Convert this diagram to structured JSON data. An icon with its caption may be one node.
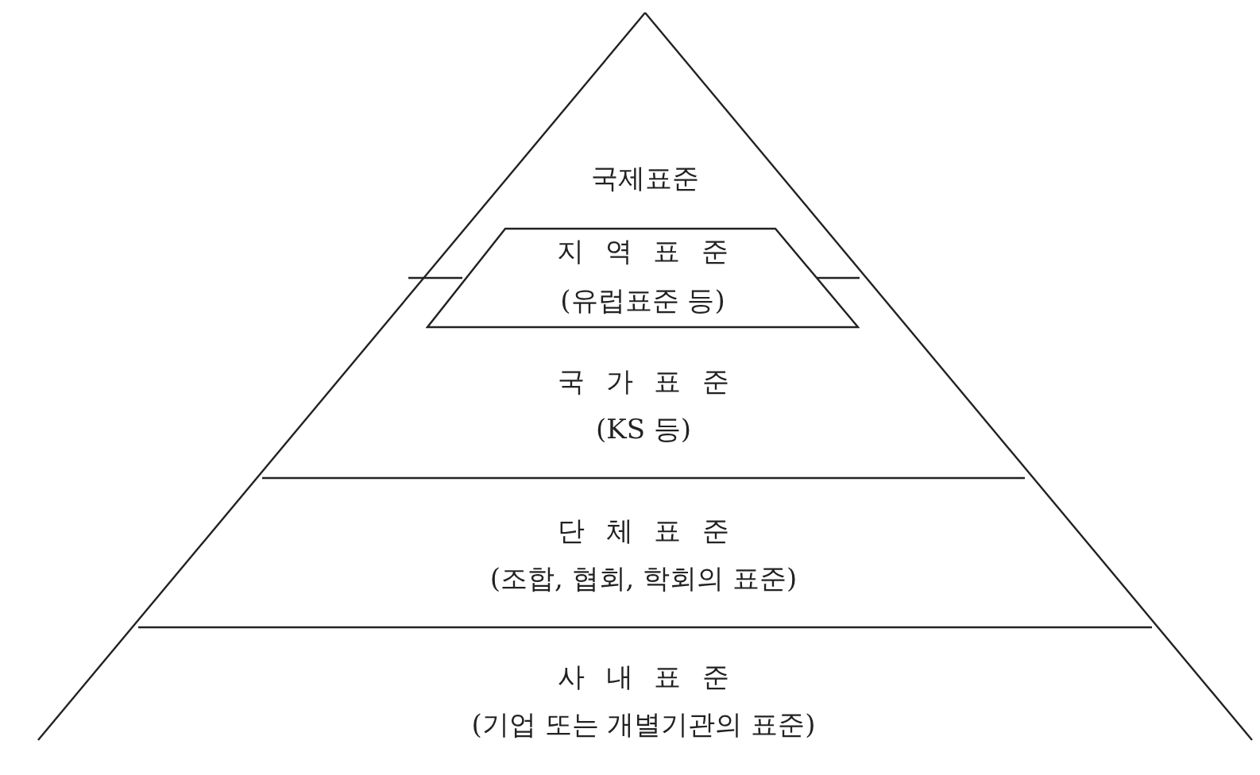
{
  "diagram": {
    "nodes": [
      {
        "text": [
          "국제표준"
        ]
      },
      {
        "text": [
          "지 역 표 준",
          "(유럽표준 등)"
        ]
      },
      {
        "text": [
          "국 가 표 준",
          "(KS 등)"
        ]
      },
      {
        "text": [
          "단 체 표 준",
          "(조합, 협회, 학회의 표준)"
        ]
      },
      {
        "text": [
          "사 내 표 준",
          "(기업 또는 개별기관의 표준)"
        ]
      }
    ]
  }
}
